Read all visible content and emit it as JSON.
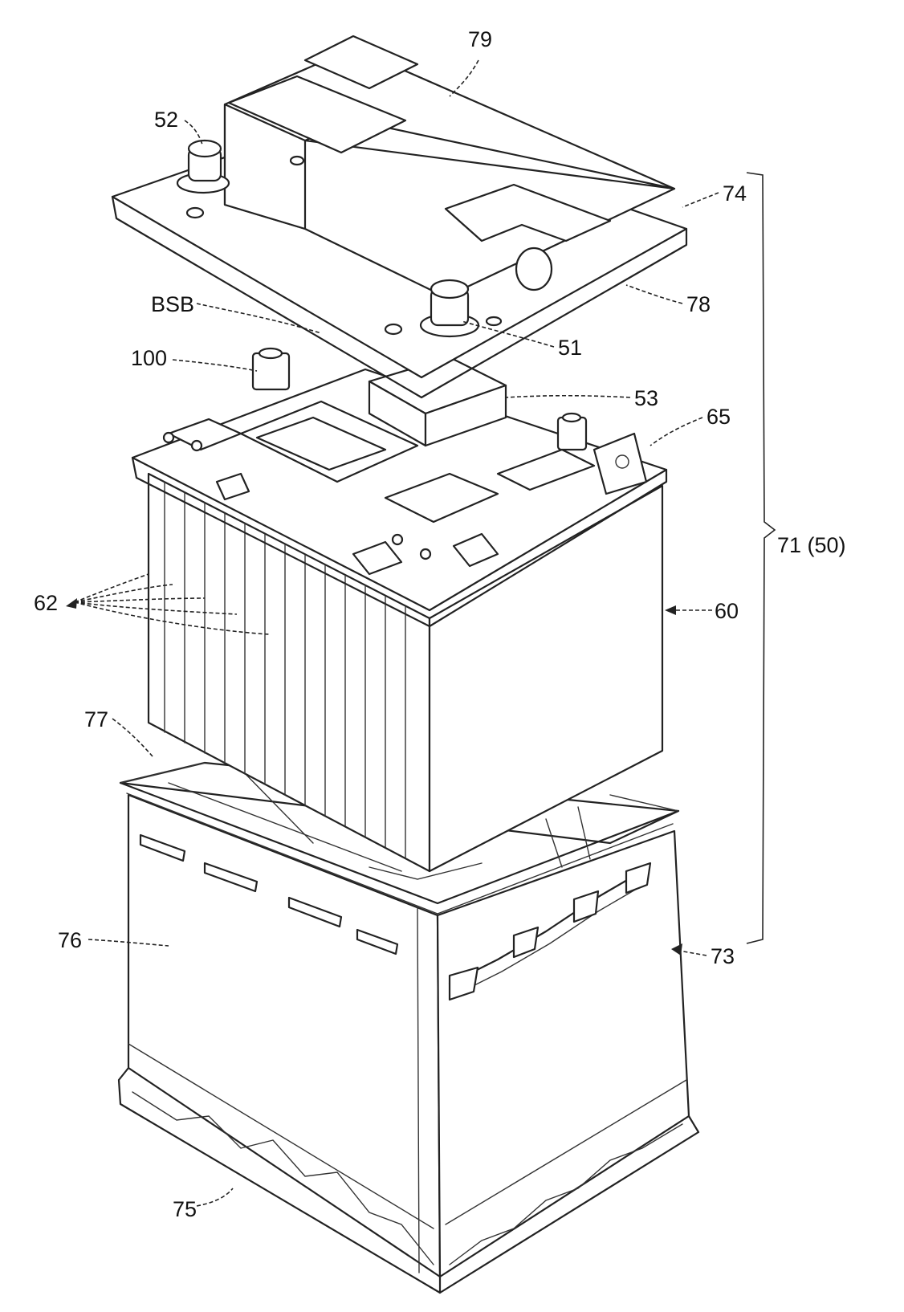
{
  "figure": {
    "ink_color": "#222222",
    "background_color": "#ffffff",
    "labels": {
      "l79": "79",
      "l52": "52",
      "l74": "74",
      "lBSB": "BSB",
      "l78": "78",
      "l51": "51",
      "l100": "100",
      "l53": "53",
      "l65": "65",
      "l71": "71 (50)",
      "l62": "62",
      "l60": "60",
      "l77": "77",
      "l76": "76",
      "l73": "73",
      "l75": "75"
    }
  }
}
